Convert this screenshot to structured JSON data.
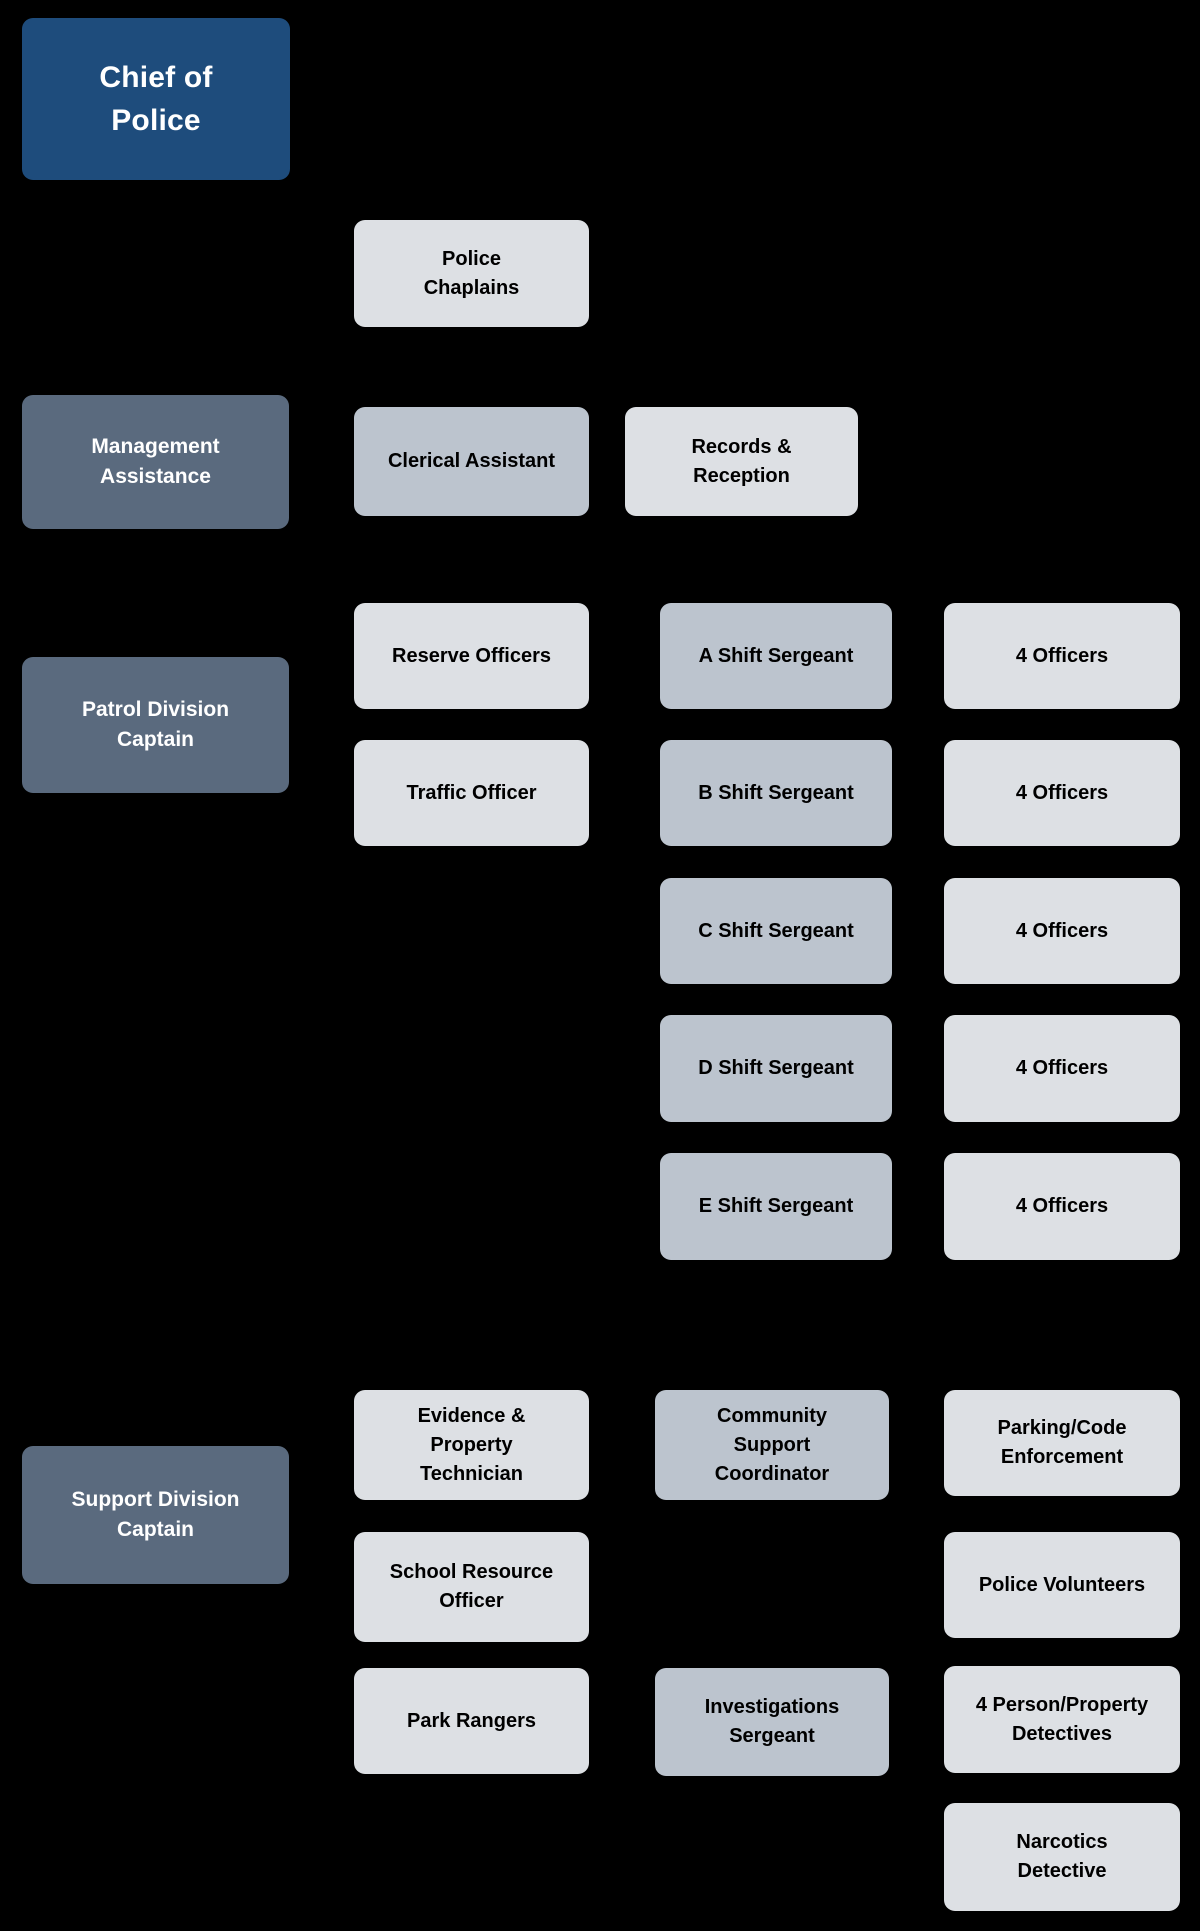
{
  "background": "#000000",
  "tiers": {
    "executive": {
      "color": "#1E4C7C",
      "text_color": "#FFFFFF"
    },
    "division": {
      "color": "#5A6A7E",
      "text_color": "#FFFFFF"
    },
    "supervisor": {
      "color": "#BCC4CE",
      "text_color": "#000000"
    },
    "staff": {
      "color": "#DDE0E4",
      "text_color": "#000000"
    }
  },
  "nodes": {
    "chief": {
      "label": "Chief of\nPolice",
      "tier": "executive"
    },
    "chaplains": {
      "label": "Police\nChaplains",
      "tier": "staff"
    },
    "management": {
      "label": "Management\nAssistance",
      "tier": "division"
    },
    "clerical": {
      "label": "Clerical Assistant",
      "tier": "supervisor"
    },
    "records": {
      "label": "Records &\nReception",
      "tier": "staff"
    },
    "patrol_captain": {
      "label": "Patrol Division\nCaptain",
      "tier": "division"
    },
    "reserve": {
      "label": "Reserve Officers",
      "tier": "staff"
    },
    "traffic": {
      "label": "Traffic Officer",
      "tier": "staff"
    },
    "sgt_a": {
      "label": "A Shift Sergeant",
      "tier": "supervisor"
    },
    "sgt_b": {
      "label": "B Shift Sergeant",
      "tier": "supervisor"
    },
    "sgt_c": {
      "label": "C Shift Sergeant",
      "tier": "supervisor"
    },
    "sgt_d": {
      "label": "D Shift Sergeant",
      "tier": "supervisor"
    },
    "sgt_e": {
      "label": "E Shift Sergeant",
      "tier": "supervisor"
    },
    "off_a": {
      "label": "4 Officers",
      "tier": "staff"
    },
    "off_b": {
      "label": "4 Officers",
      "tier": "staff"
    },
    "off_c": {
      "label": "4 Officers",
      "tier": "staff"
    },
    "off_d": {
      "label": "4 Officers",
      "tier": "staff"
    },
    "off_e": {
      "label": "4 Officers",
      "tier": "staff"
    },
    "support_captain": {
      "label": "Support Division\nCaptain",
      "tier": "division"
    },
    "evidence": {
      "label": "Evidence &\nProperty\nTechnician",
      "tier": "staff"
    },
    "community": {
      "label": "Community\nSupport\nCoordinator",
      "tier": "supervisor"
    },
    "parking": {
      "label": "Parking/Code\nEnforcement",
      "tier": "staff"
    },
    "school": {
      "label": "School Resource\nOfficer",
      "tier": "staff"
    },
    "volunteers": {
      "label": "Police Volunteers",
      "tier": "staff"
    },
    "park_rangers": {
      "label": "Park Rangers",
      "tier": "staff"
    },
    "investigations": {
      "label": "Investigations\nSergeant",
      "tier": "supervisor"
    },
    "detectives": {
      "label": "4 Person/Property\nDetectives",
      "tier": "staff"
    },
    "narcotics": {
      "label": "Narcotics\nDetective",
      "tier": "staff"
    }
  }
}
